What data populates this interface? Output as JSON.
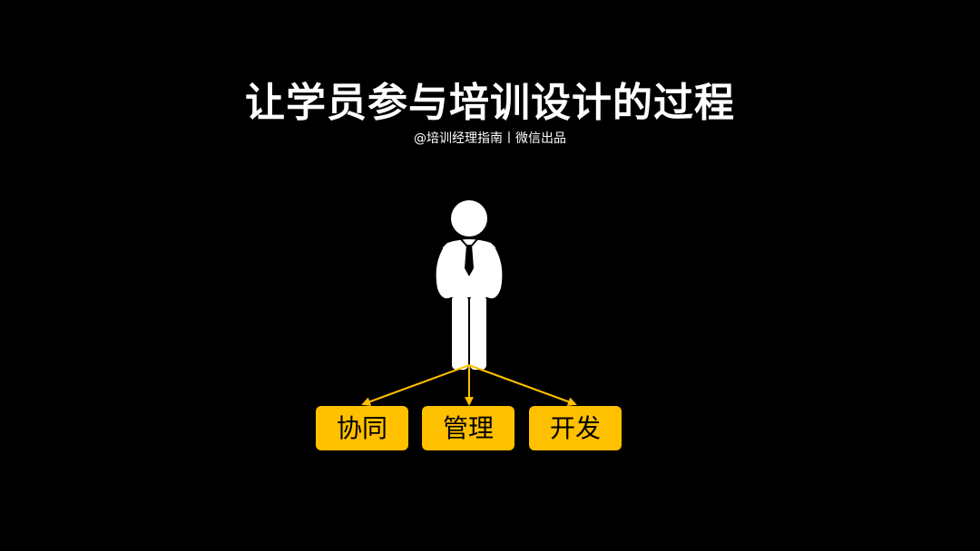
{
  "title": "让学员参与培训设计的过程",
  "subtitle": "@培训经理指南丨微信出品",
  "figure": {
    "icon": "businessman-icon",
    "figure_color": "#ffffff",
    "tie_color": "#000000"
  },
  "arrow_color": "#ffc000",
  "box_color": "#ffc000",
  "boxes": [
    {
      "label": "协同"
    },
    {
      "label": "管理"
    },
    {
      "label": "开发"
    }
  ]
}
